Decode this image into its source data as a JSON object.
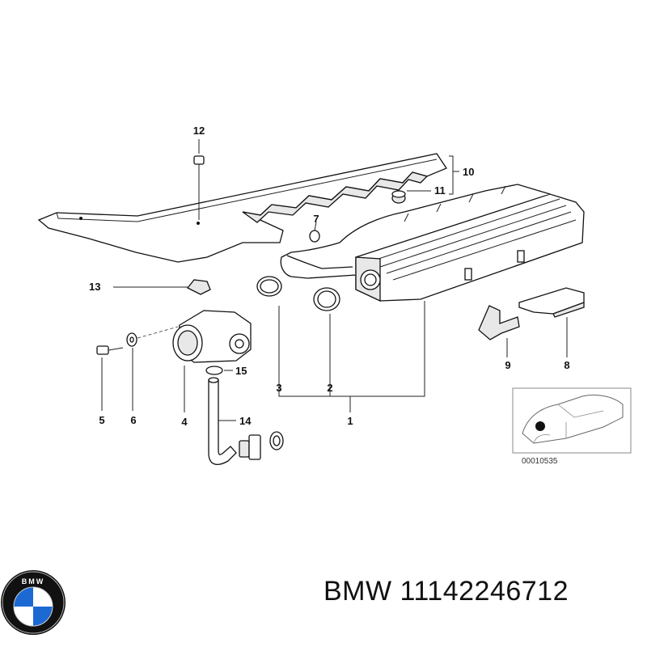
{
  "callouts": {
    "c1": "1",
    "c2": "2",
    "c3": "3",
    "c4": "4",
    "c5": "5",
    "c6": "6",
    "c7": "7",
    "c8": "8",
    "c9": "9",
    "c10": "10",
    "c11": "11",
    "c12": "12",
    "c13": "13",
    "c14": "14",
    "c15": "15"
  },
  "inset": {
    "reference_code": "00010535"
  },
  "logo": {
    "text": "BMW",
    "colors": {
      "blue": "#1c69d4",
      "white": "#ffffff",
      "black": "#111111"
    }
  },
  "footer": {
    "brand": "BMW",
    "part_number": "11142246712",
    "full": "BMW 11142246712"
  }
}
